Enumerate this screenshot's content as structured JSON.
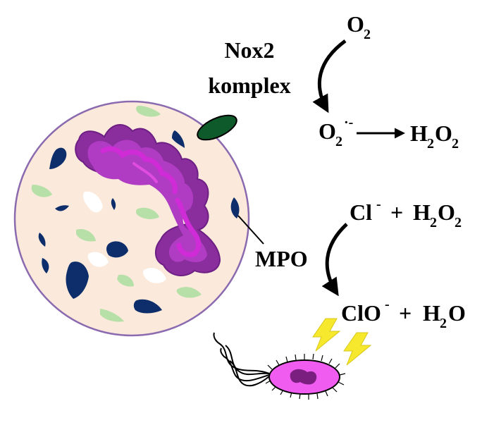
{
  "labels": {
    "nox2_line1": "Nox2",
    "nox2_line2": "komplex",
    "mpo": "MPO"
  },
  "reaction1": {
    "oxygen": {
      "main": "O",
      "sub": "2"
    },
    "superoxide": {
      "main": "O",
      "sub": "2",
      "sup": "·-"
    },
    "peroxide": {
      "h": "H",
      "h_sub": "2",
      "o": "O",
      "o_sub": "2"
    }
  },
  "reaction2": {
    "chloride": {
      "main": "Cl",
      "sup": "-"
    },
    "plus1": "+",
    "peroxide": {
      "h": "H",
      "h_sub": "2",
      "o": "O",
      "o_sub": "2"
    },
    "hypochlorite": {
      "main": "ClO",
      "sup": "-"
    },
    "plus2": "+",
    "water": {
      "h": "H",
      "h_sub": "2",
      "o": "O"
    }
  },
  "colors": {
    "cytoplasm": "#fbeadb",
    "membrane": "#8b6ab0",
    "nucleus_outer": "#8a2e9e",
    "nucleus_inner": "#b03cc4",
    "nucleus_core": "#cf2bd6",
    "dark_granule": "#0d2e6b",
    "light_granule": "#b7dfa8",
    "nox_complex": "#0f5a2a",
    "lightning": "#f6e82c",
    "bacterium_body": "#f15cf0",
    "bacterium_nucleoid": "#7a1f80"
  }
}
